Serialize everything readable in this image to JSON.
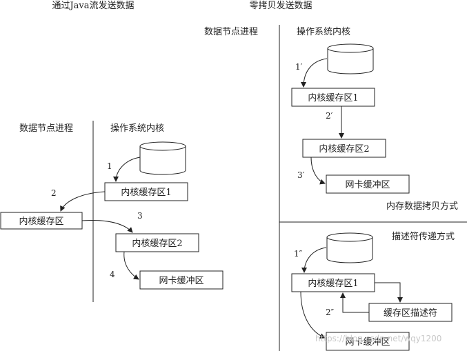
{
  "titles": {
    "left": "通过Java流发送数据",
    "right": "零拷贝发送数据"
  },
  "left": {
    "user_space": "数据节点进程",
    "kernel_space": "操作系统内核",
    "kernel_buffer": "内核缓存区1",
    "user_buffer": "内核缓存区",
    "kernel_buffer2": "内核缓存区2",
    "nic_buffer": "网卡缓冲区",
    "steps": [
      "1",
      "2",
      "3",
      "4"
    ]
  },
  "right": {
    "user_space": "数据节点进程",
    "kernel_space": "操作系统内核",
    "copy": {
      "kernel_buffer": "内核缓存区1",
      "kernel_buffer2": "内核缓存区2",
      "nic_buffer": "网卡缓冲区",
      "steps": [
        "1′",
        "2′",
        "3′"
      ],
      "caption": "内存数据拷贝方式"
    },
    "descriptor": {
      "caption": "描述符传递方式",
      "kernel_buffer": "内核缓存区1",
      "descriptor_box": "缓存区描述符",
      "nic_buffer": "网卡缓冲区",
      "steps": [
        "1″",
        "2″"
      ]
    }
  },
  "watermark": "https://blog.csdn.net/wqy1200"
}
